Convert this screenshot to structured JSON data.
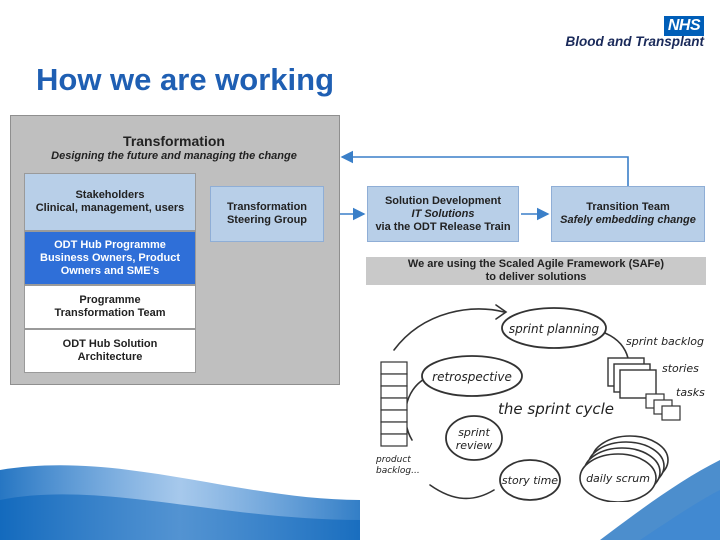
{
  "header": {
    "logo_badge": "NHS",
    "logo_text": "Blood and Transplant",
    "title": "How we are working"
  },
  "transformation_panel": {
    "heading": "Transformation",
    "subheading": "Designing the future and managing the change",
    "stack": [
      {
        "line1": "Stakeholders",
        "line2": "Clinical, management, users"
      },
      {
        "line1": "ODT Hub Programme",
        "line2": "Business Owners, Product",
        "line3": "Owners and SME's"
      },
      {
        "line1": "Programme",
        "line2": "Transformation Team"
      },
      {
        "line1": "ODT Hub Solution",
        "line2": "Architecture"
      }
    ],
    "steering": {
      "line1": "Transformation",
      "line2": "Steering Group"
    }
  },
  "flow": {
    "solution": {
      "line1": "Solution Development",
      "line2": "IT Solutions",
      "line3": "via the ODT Release Train"
    },
    "transition": {
      "line1": "Transition Team",
      "line2": "Safely embedding change"
    }
  },
  "safe_banner": {
    "line1": "We are using the Scaled Agile Framework (SAFe)",
    "line2": "to deliver solutions"
  },
  "sprint_cycle": {
    "center": "the sprint cycle",
    "planning": "sprint planning",
    "backlog": "sprint backlog",
    "stories": "stories",
    "tasks": "tasks",
    "retrospective": "retrospective",
    "review_line1": "sprint",
    "review_line2": "review",
    "story_time": "story time",
    "daily_scrum": "daily scrum",
    "product_line1": "product",
    "product_line2": "backlog..."
  },
  "colors": {
    "brand_blue": "#005EB8",
    "title_blue": "#1f5fb3",
    "box_light_blue": "#b8cfe8",
    "highlight_blue": "#2f6fd8",
    "panel_gray": "#bfbfbf"
  }
}
